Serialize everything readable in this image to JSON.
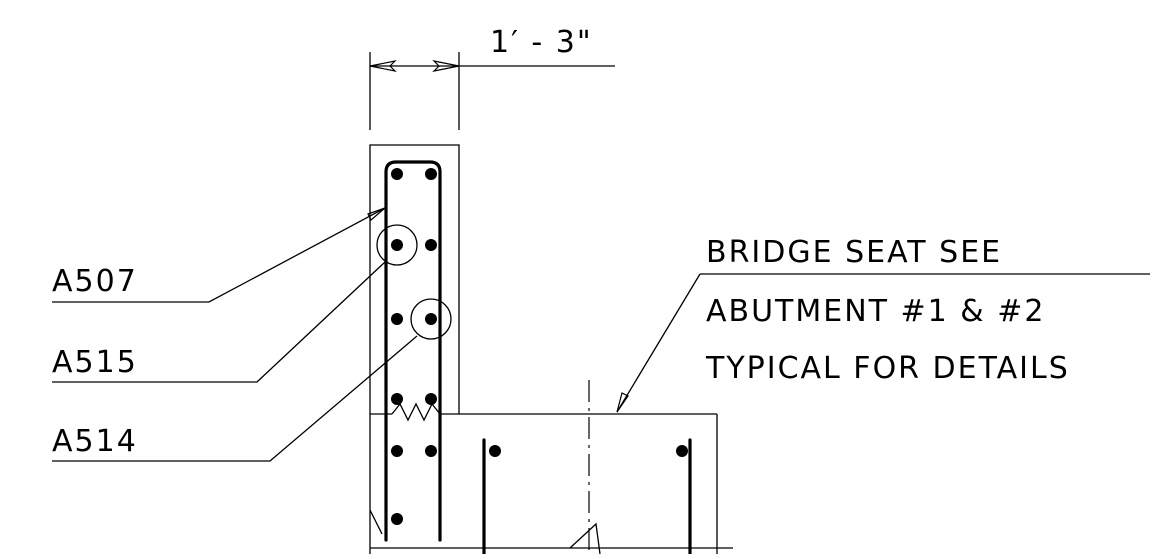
{
  "dimension": {
    "text": "1′ - 3\""
  },
  "labels": {
    "a507": "A507",
    "a515": "A515",
    "a514": "A514"
  },
  "note": {
    "line1": "BRIDGE SEAT SEE",
    "line2": "ABUTMENT #1 & #2",
    "line3": "TYPICAL FOR DETAILS"
  }
}
